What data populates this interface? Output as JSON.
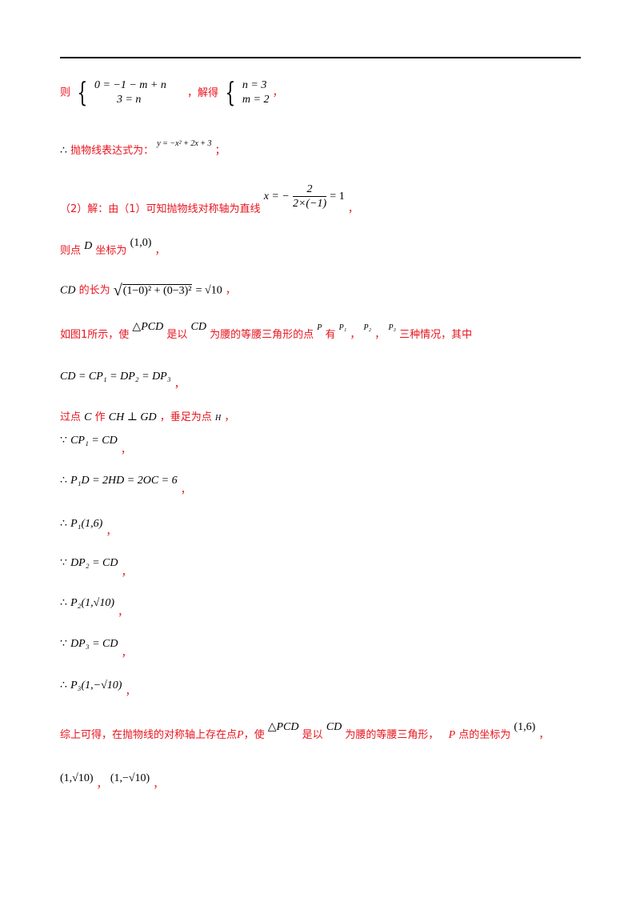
{
  "cn": {
    "ze": "则",
    "jiede": "，解得",
    "comma": "，",
    "semicolon": "；",
    "paowuxian_biaodashi": "抛物线表达式为：",
    "part2_prefix": "（2）解：由（1）可知抛物线对称轴为直线",
    "zedian": "则点",
    "zuobiaowei": "坐标为",
    "de_changwei": "的长为",
    "rutu": "如图1所示，使",
    "shiyi": "是以",
    "weiyao": "为腰的等腰三角形的点",
    "you": "有",
    "dun": "，",
    "sanzhong": "三种情况，其中",
    "guodian": "过点",
    "zuo": "作",
    "chuizu": "，垂足为点",
    "zongshang": "综上可得，在抛物线的对称轴上存在点",
    "shi": "，使",
    "weiyao2": "为腰的等腰三角形，",
    "dianzuobiao": "点的坐标为"
  },
  "math": {
    "sys1_line1": "0 = −1 − m + n",
    "sys1_line2": "3 = n",
    "sys2_line1": "n = 3",
    "sys2_line2": "m = 2",
    "therefore": "∴",
    "because": "∵",
    "parabola": "y = −x² + 2x + 3",
    "axis_lhs": "x = −",
    "axis_num": "2",
    "axis_den": "2×(−1)",
    "axis_rhs": "= 1",
    "point_d": "D",
    "d_coord": "(1,0)",
    "cd": "CD",
    "cd_length_lhs": "(1−0)² + (0−3)²",
    "cd_length_rhs": "= √10",
    "tri_pcd": "△PCD",
    "p": "P",
    "p1": "P₁",
    "p2": "P₂",
    "p3": "P₃",
    "equal_chain": "CD = CP₁ = DP₂ = DP₃",
    "c": "C",
    "ch_perp_gd": "CH ⊥ GD",
    "h": "H",
    "cp1_cd": "CP₁ = CD",
    "p1d": "P₁D = 2HD = 2OC = 6",
    "p1_coord": "P₁(1,6)",
    "dp2_cd": "DP₂ = CD",
    "p2_coord": "P₂(1,√10)",
    "dp3_cd": "DP₃ = CD",
    "p3_coord": "P₃(1,−√10)",
    "p_final": "P",
    "ans1": "(1,6)",
    "ans2": "(1,√10)",
    "ans3": "(1,−√10)"
  }
}
